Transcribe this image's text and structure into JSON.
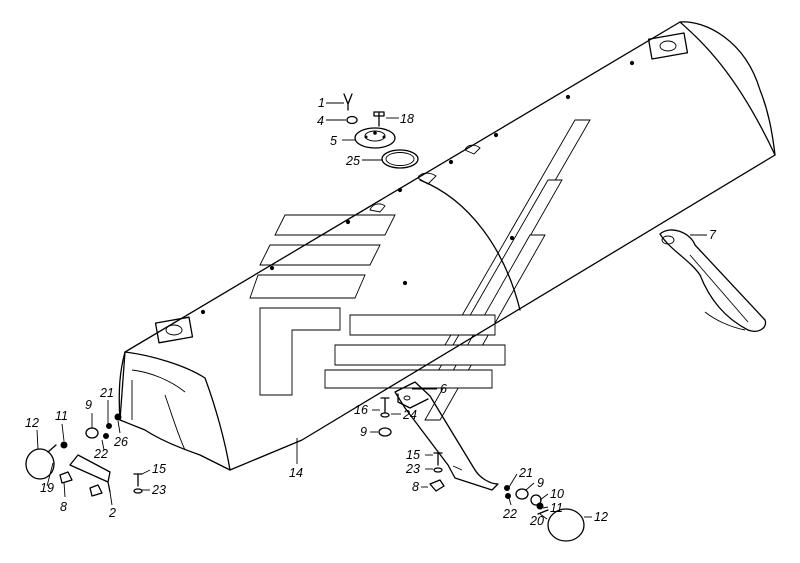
{
  "callouts": [
    {
      "id": "c1",
      "text": "1"
    },
    {
      "id": "c4",
      "text": "4"
    },
    {
      "id": "c18",
      "text": "18"
    },
    {
      "id": "c5",
      "text": "5"
    },
    {
      "id": "c25",
      "text": "25"
    },
    {
      "id": "c7",
      "text": "7"
    },
    {
      "id": "c6",
      "text": "6"
    },
    {
      "id": "c16",
      "text": "16"
    },
    {
      "id": "c24",
      "text": "24"
    },
    {
      "id": "c9a",
      "text": "9"
    },
    {
      "id": "c15a",
      "text": "15"
    },
    {
      "id": "c23a",
      "text": "23"
    },
    {
      "id": "c8a",
      "text": "8"
    },
    {
      "id": "c21a",
      "text": "21"
    },
    {
      "id": "c9b",
      "text": "9"
    },
    {
      "id": "c22a",
      "text": "22"
    },
    {
      "id": "c10",
      "text": "10"
    },
    {
      "id": "c11a",
      "text": "11"
    },
    {
      "id": "c20",
      "text": "20"
    },
    {
      "id": "c12a",
      "text": "12"
    },
    {
      "id": "c14",
      "text": "14"
    },
    {
      "id": "c9c",
      "text": "9"
    },
    {
      "id": "c21b",
      "text": "21"
    },
    {
      "id": "c11b",
      "text": "11"
    },
    {
      "id": "c26",
      "text": "26"
    },
    {
      "id": "c12b",
      "text": "12"
    },
    {
      "id": "c22b",
      "text": "22"
    },
    {
      "id": "c19",
      "text": "19"
    },
    {
      "id": "c8b",
      "text": "8"
    },
    {
      "id": "c2",
      "text": "2"
    },
    {
      "id": "c15b",
      "text": "15"
    },
    {
      "id": "c23b",
      "text": "23"
    }
  ]
}
